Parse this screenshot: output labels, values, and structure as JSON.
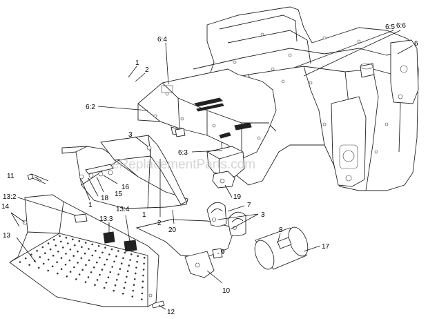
{
  "watermark": "eReplacementParts.com",
  "callouts": [
    {
      "id": "c-1-top",
      "label": "1"
    },
    {
      "id": "c-2-top",
      "label": "2"
    },
    {
      "id": "c-6-4",
      "label": "6:4"
    },
    {
      "id": "c-6-5",
      "label": "6:5"
    },
    {
      "id": "c-6-6",
      "label": "6:6"
    },
    {
      "id": "c-6",
      "label": "6"
    },
    {
      "id": "c-6-2",
      "label": "6:2"
    },
    {
      "id": "c-3-left",
      "label": "3"
    },
    {
      "id": "c-6-3",
      "label": "6:3"
    },
    {
      "id": "c-11",
      "label": "11"
    },
    {
      "id": "c-16",
      "label": "16"
    },
    {
      "id": "c-15",
      "label": "15"
    },
    {
      "id": "c-18",
      "label": "18"
    },
    {
      "id": "c-1-left",
      "label": "1"
    },
    {
      "id": "c-19",
      "label": "19"
    },
    {
      "id": "c-13-2",
      "label": "13:2"
    },
    {
      "id": "c-7",
      "label": "7"
    },
    {
      "id": "c-3-right",
      "label": "3"
    },
    {
      "id": "c-14",
      "label": "14"
    },
    {
      "id": "c-13-3",
      "label": "13:3"
    },
    {
      "id": "c-13-4",
      "label": "13:4"
    },
    {
      "id": "c-1-mid",
      "label": "1"
    },
    {
      "id": "c-2-mid",
      "label": "2"
    },
    {
      "id": "c-20",
      "label": "20"
    },
    {
      "id": "c-8",
      "label": "8"
    },
    {
      "id": "c-13",
      "label": "13"
    },
    {
      "id": "c-17",
      "label": "17"
    },
    {
      "id": "c-9",
      "label": "9"
    },
    {
      "id": "c-10",
      "label": "10"
    },
    {
      "id": "c-12",
      "label": "12"
    }
  ]
}
